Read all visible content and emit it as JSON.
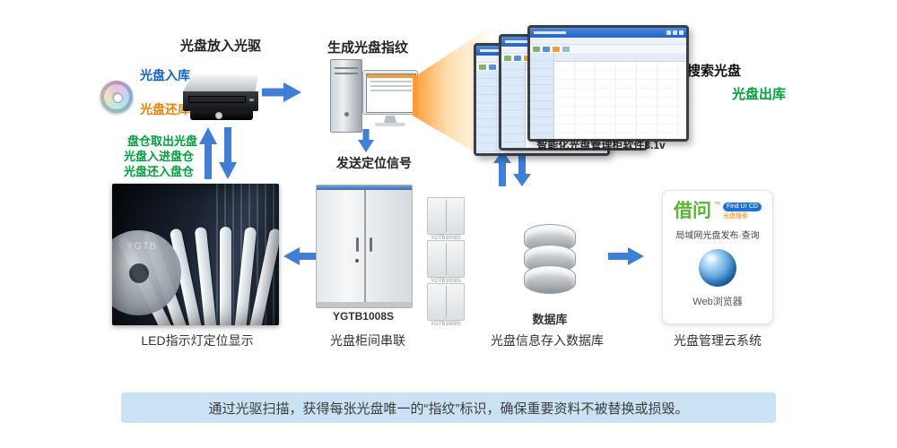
{
  "colors": {
    "arrow": "#3f7fd6",
    "blue_text": "#1464c8",
    "orange_text": "#e8820a",
    "green_text": "#00a03c",
    "banner_bg": "#c9e3f5"
  },
  "labels": {
    "drive_title": "光盘放入光驱",
    "disc_in": "光盘入库",
    "disc_return": "光盘还库",
    "fingerprint_title": "生成光盘指纹",
    "search_disc": "搜索光盘",
    "disc_out": "光盘出库",
    "software_name": "智能化光盘管理柜软件3.1v",
    "bin_take_out": "盘仓取出光盘",
    "bin_put_in": "光盘入进盘仓",
    "bin_return": "光盘还入盘仓",
    "send_signal": "发送定位信号"
  },
  "cabinet": {
    "model": "YGTB1008S",
    "mini_caption": "YGTB1008S"
  },
  "led_watermark": "YGTB",
  "database_label": "数据库",
  "cloud": {
    "brand": "借问",
    "tm": "™",
    "badge": "Find Ur CD",
    "tagline": "光盘搜索",
    "desc": "局域网光盘发布·查询",
    "browser": "Web浏览器"
  },
  "captions": {
    "led": "LED指示灯定位显示",
    "cabinet_chain": "光盘柜间串联",
    "db_store": "光盘信息存入数据库",
    "cloud_system": "光盘管理云系统"
  },
  "banner": "通过光驱扫描，获得每张光盘唯一的“指纹”标识，确保重要资料不被替换或损毁。"
}
